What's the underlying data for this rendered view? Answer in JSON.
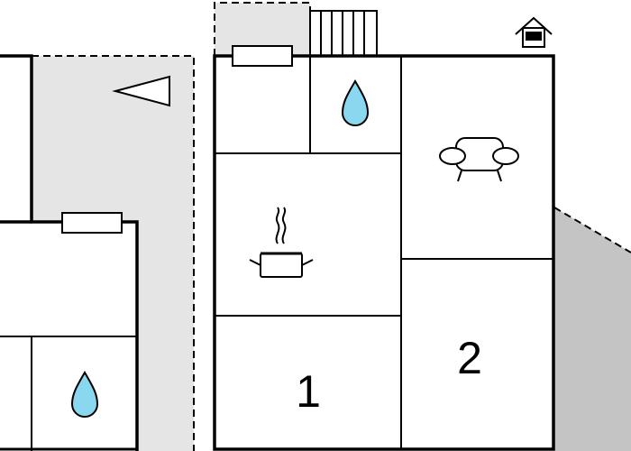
{
  "plan": {
    "colors": {
      "wall": "#000000",
      "outdoor_light": "#e5e5e5",
      "outdoor_dark": "#c4c4c4",
      "water": "#8ad8f0",
      "background": "#ffffff"
    },
    "rooms": [
      {
        "id": "bedroom-1",
        "label": "1"
      },
      {
        "id": "bedroom-2",
        "label": "2"
      }
    ],
    "icons": [
      "north-arrow-icon",
      "entrance-icon",
      "stairs-icon",
      "window-icon",
      "water-drop-icon",
      "sofa-icon",
      "cooking-pot-icon"
    ]
  }
}
